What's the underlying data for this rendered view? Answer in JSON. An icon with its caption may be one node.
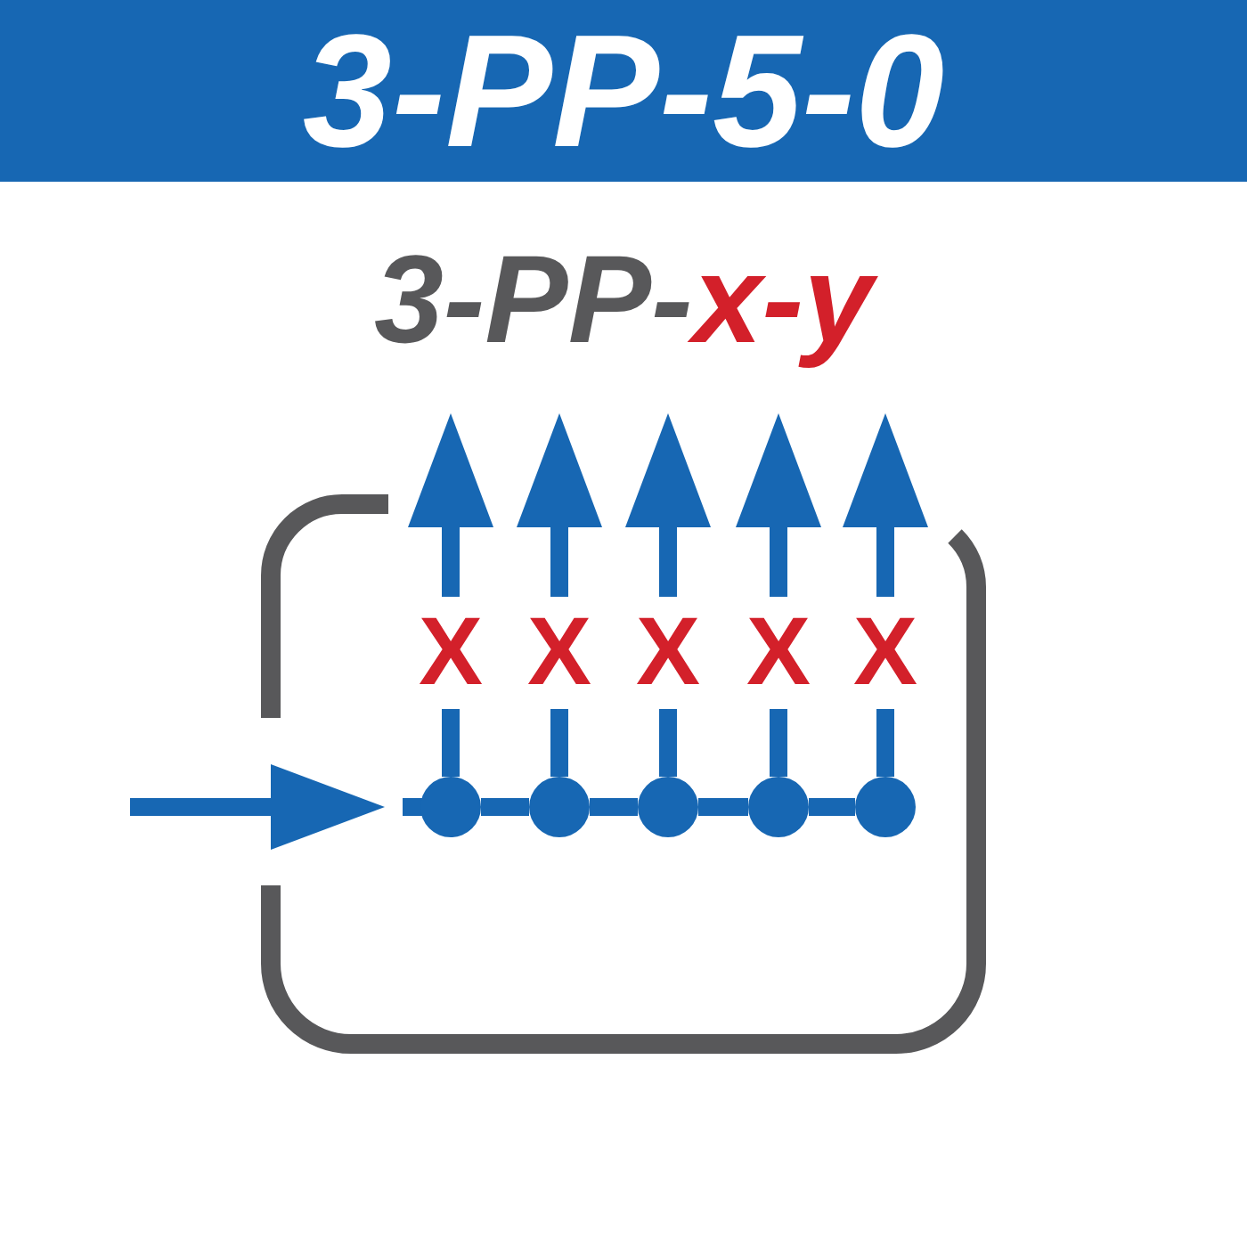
{
  "diagram": {
    "title": "3-PP-5-0",
    "nodes": [
      {
        "text": [
          "X"
        ]
      },
      {
        "text": [
          "X"
        ]
      },
      {
        "text": [
          "X"
        ]
      },
      {
        "text": [
          "X"
        ]
      },
      {
        "text": [
          "X"
        ]
      },
      {
        "text": [],
        "shape": "circle"
      },
      {
        "text": [],
        "shape": "circle"
      },
      {
        "text": [],
        "shape": "circle"
      },
      {
        "text": [],
        "shape": "circle"
      },
      {
        "text": [],
        "shape": "circle"
      }
    ],
    "edges": [
      {
        "from": null,
        "to": 5,
        "arrow": "to"
      },
      {
        "from": 5,
        "to": 6,
        "arrow": "none"
      },
      {
        "from": 6,
        "to": 7,
        "arrow": "none"
      },
      {
        "from": 7,
        "to": 8,
        "arrow": "none"
      },
      {
        "from": 8,
        "to": 9,
        "arrow": "none"
      },
      {
        "from": 5,
        "to": 0,
        "arrow": "none"
      },
      {
        "from": 0,
        "to": null,
        "arrow": "to"
      },
      {
        "from": 6,
        "to": 1,
        "arrow": "none"
      },
      {
        "from": 1,
        "to": null,
        "arrow": "to"
      },
      {
        "from": 7,
        "to": 2,
        "arrow": "none"
      },
      {
        "from": 2,
        "to": null,
        "arrow": "to"
      },
      {
        "from": 8,
        "to": 3,
        "arrow": "none"
      },
      {
        "from": 3,
        "to": null,
        "arrow": "to"
      },
      {
        "from": 9,
        "to": 4,
        "arrow": "none"
      },
      {
        "from": 4,
        "to": null,
        "arrow": "to"
      }
    ],
    "labels": [
      "3-PP-",
      "x-y"
    ]
  }
}
